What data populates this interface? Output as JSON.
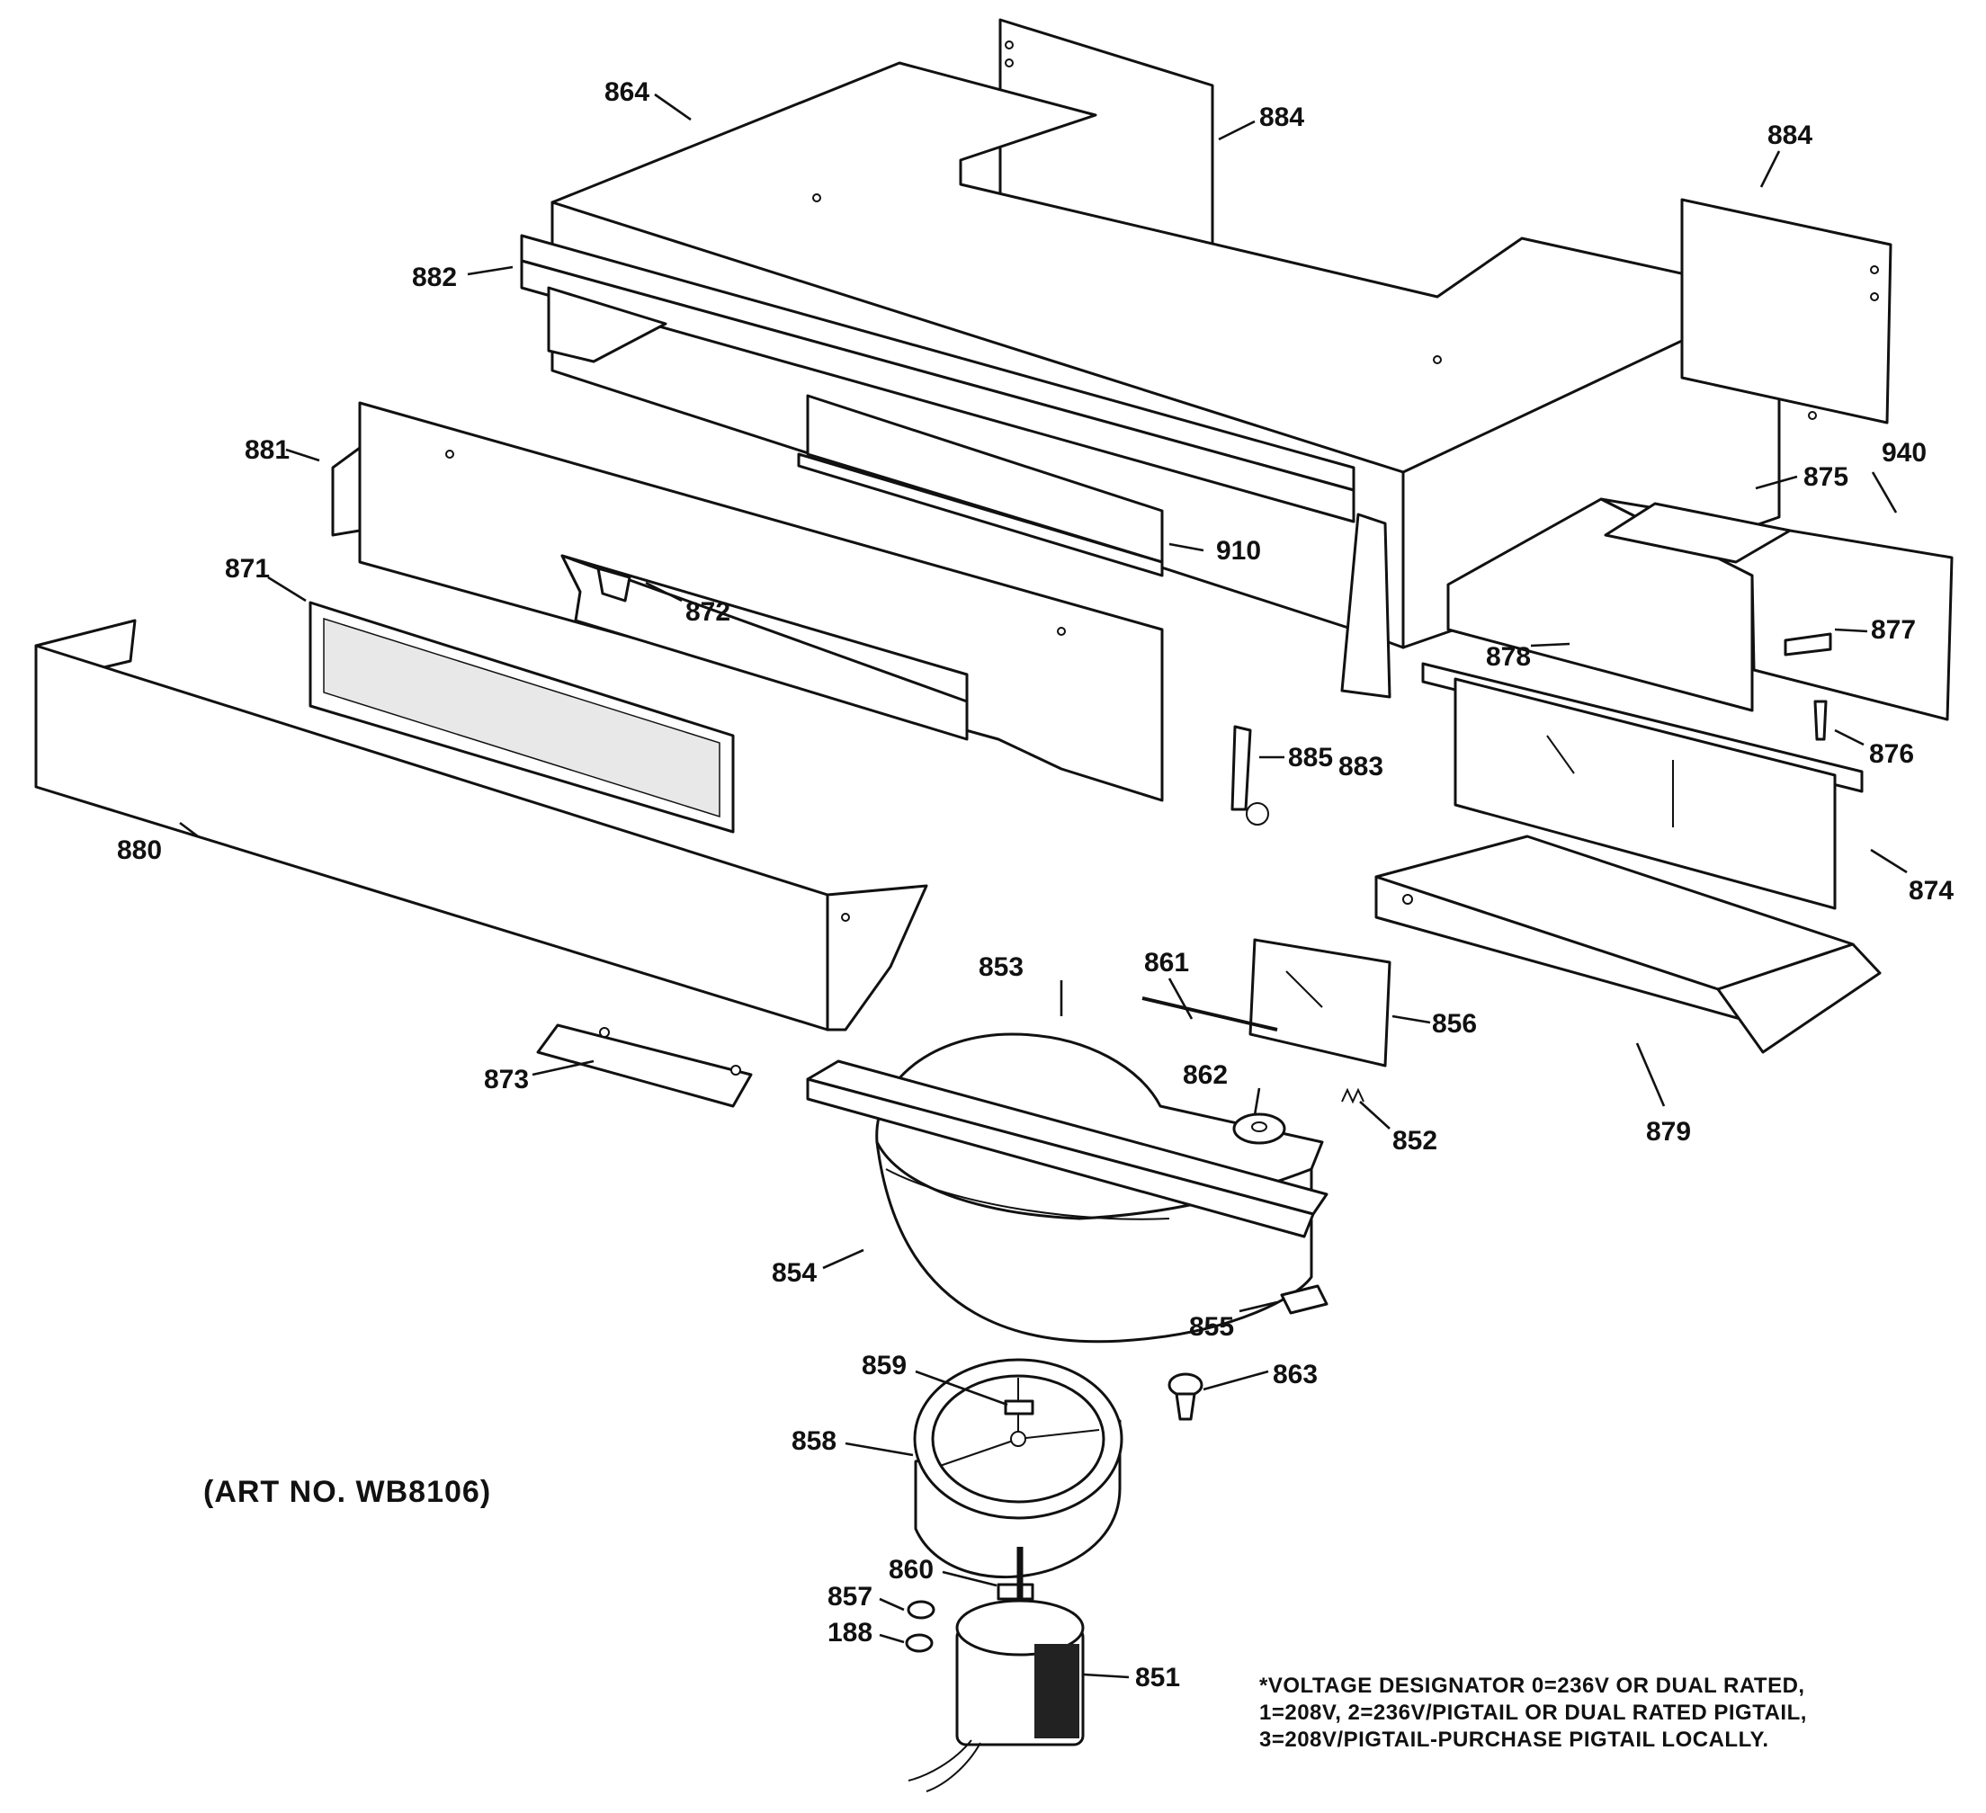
{
  "art_number": "(ART NO. WB8106)",
  "voltage_note": [
    "*VOLTAGE DESIGNATOR 0=236V OR DUAL RATED,",
    "1=208V, 2=236V/PIGTAIL OR DUAL RATED PIGTAIL,",
    "3=208V/PIGTAIL-PURCHASE PIGTAIL LOCALLY."
  ],
  "callouts": {
    "c864": "864",
    "c884a": "884",
    "c884b": "884",
    "c882": "882",
    "c881": "881",
    "c871": "871",
    "c872": "872",
    "c910": "910",
    "c875": "875",
    "c940": "940",
    "c877": "877",
    "c878": "878",
    "c876": "876",
    "c885": "885",
    "c883": "883",
    "c874": "874",
    "c880": "880",
    "c853": "853",
    "c861": "861",
    "c856": "856",
    "c862": "862",
    "c852": "852",
    "c879": "879",
    "c873": "873",
    "c854": "854",
    "c855": "855",
    "c863": "863",
    "c859": "859",
    "c858": "858",
    "c860": "860",
    "c857": "857",
    "c188": "188",
    "c851": "851"
  }
}
